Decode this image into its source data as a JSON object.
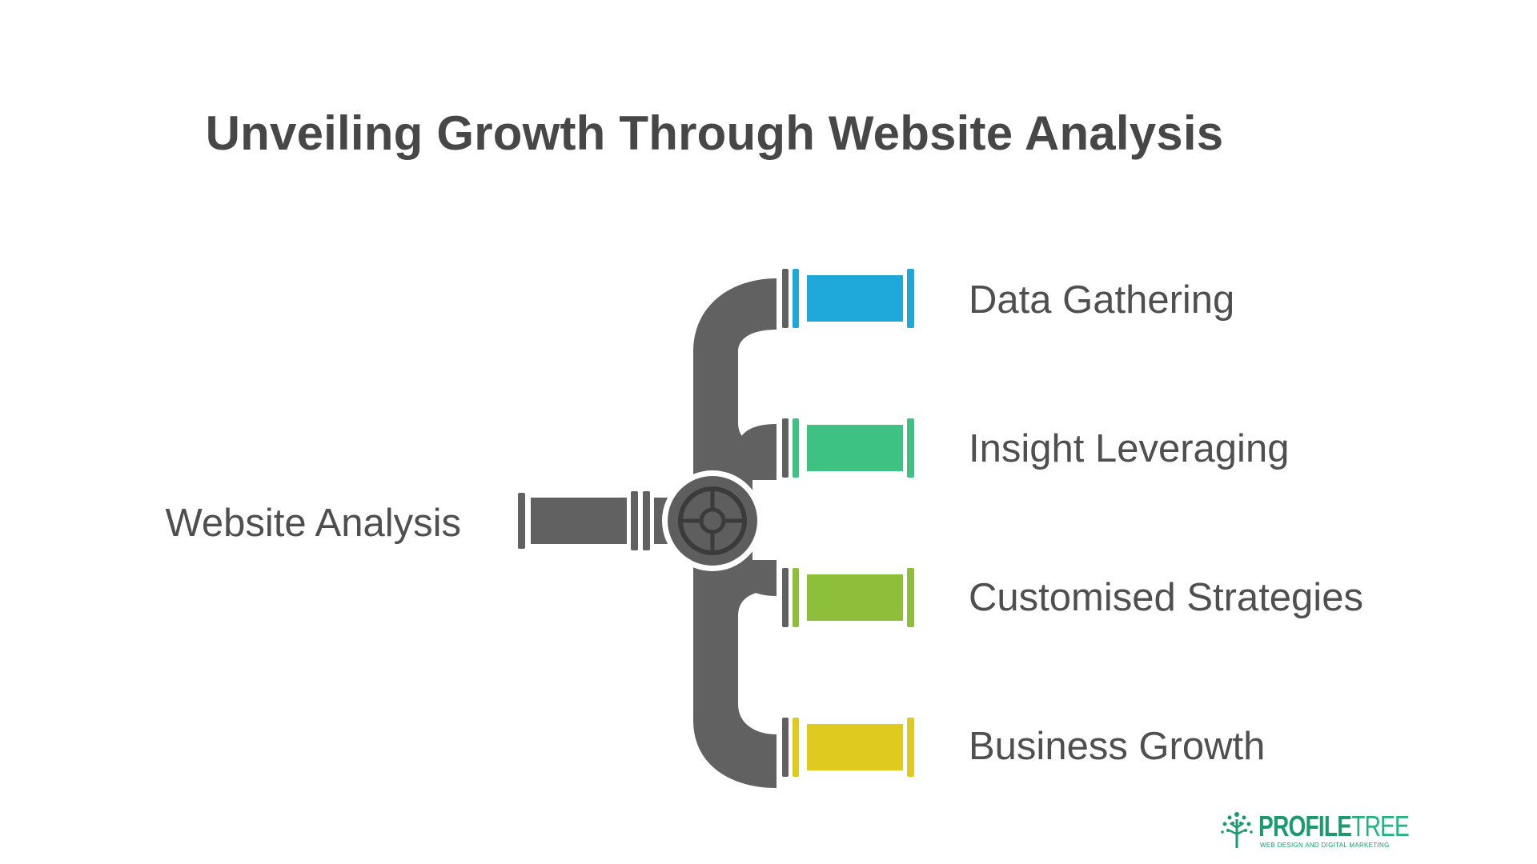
{
  "title": "Unveiling Growth Through Website Analysis",
  "source": {
    "label": "Website Analysis"
  },
  "branches": [
    {
      "label": "Data Gathering",
      "color": "#1ea7d9"
    },
    {
      "label": "Insight Leveraging",
      "color": "#3ec284"
    },
    {
      "label": "Customised Strategies",
      "color": "#8dbf3a"
    },
    {
      "label": "Business Growth",
      "color": "#dfcb1f"
    }
  ],
  "pipe_color": "#616161",
  "logo": {
    "name_part1": "PROFILE",
    "name_part2": "TREE",
    "tagline": "WEB DESIGN AND DIGITAL MARKETING",
    "color": "#1a9a6e"
  }
}
